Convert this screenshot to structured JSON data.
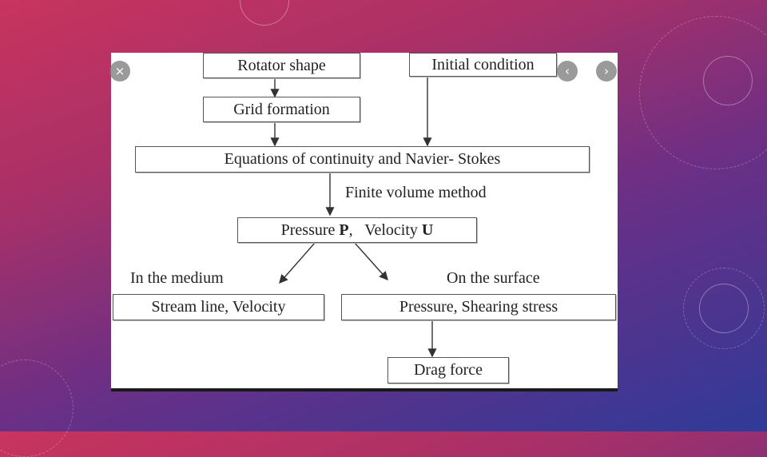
{
  "diagram": {
    "nodes": {
      "rotator_shape": "Rotator shape",
      "initial_condition": "Initial condition",
      "grid_formation": "Grid formation",
      "equations": "Equations of continuity and Navier- Stokes",
      "pressure_prefix": "Pressure",
      "pressure_symbol": "P",
      "velocity_prefix": ",   Velocity",
      "velocity_symbol": "U",
      "streamline": "Stream line, Velocity",
      "surface_values": "Pressure, Shearing stress",
      "drag_force": "Drag force"
    },
    "labels": {
      "finite_volume": "Finite volume method",
      "in_medium": "In the medium",
      "on_surface": "On the surface"
    }
  },
  "viewer": {
    "close_icon": "×",
    "prev_icon": "‹",
    "next_icon": "›"
  },
  "colors": {
    "background_top": "#c8345e",
    "background_bottom": "#2f3a98",
    "line": "#333333"
  }
}
